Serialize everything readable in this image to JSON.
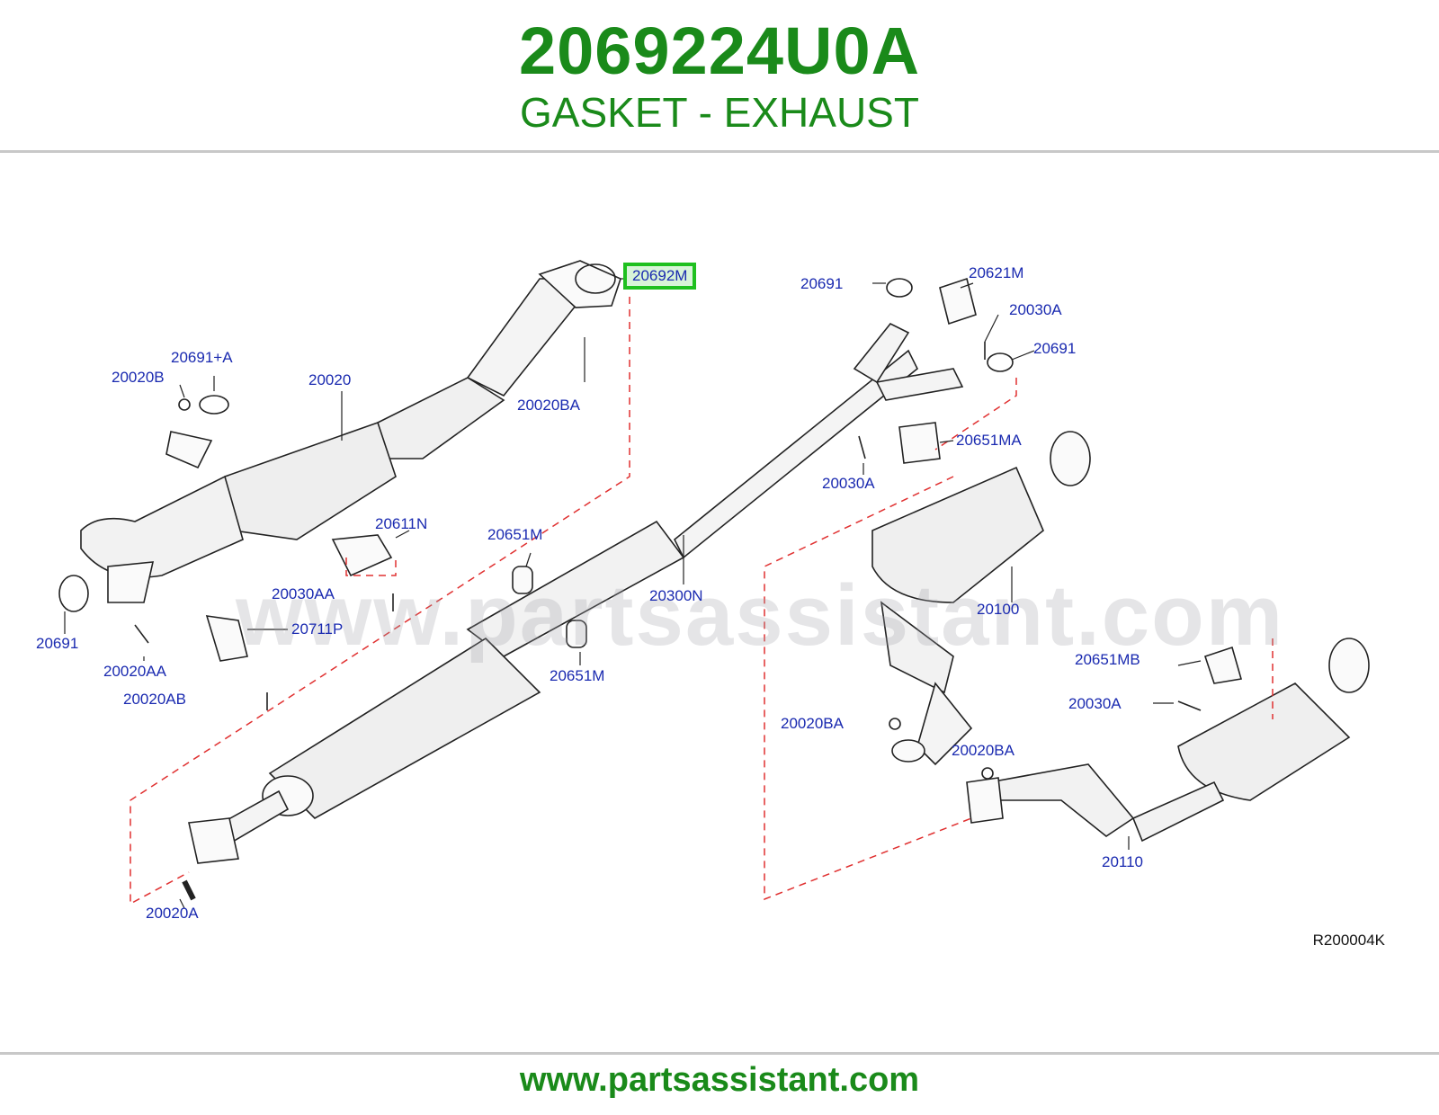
{
  "header": {
    "part_number": "2069224U0A",
    "part_name": "GASKET - EXHAUST"
  },
  "diagram": {
    "watermark": "www.partsassistant.com",
    "reference_code": "R200004K",
    "highlight_color": "#1fc01f",
    "labels": [
      "20692M",
      "20691",
      "20621M",
      "20030A",
      "20691",
      "20691+A",
      "20020B",
      "20020",
      "20020BA",
      "20651MA",
      "20030A",
      "20611N",
      "20651M",
      "20030AA",
      "20300N",
      "20100",
      "20711P",
      "20691",
      "20020AA",
      "20651M",
      "20020AB",
      "20651MB",
      "20030A",
      "20020BA",
      "20020BA",
      "20110",
      "20020A"
    ]
  },
  "footer": {
    "url": "www.partsassistant.com"
  },
  "colors": {
    "brand_green": "#1a8a1a",
    "label_blue": "#1a2ab0",
    "dash_red": "#e03030"
  }
}
